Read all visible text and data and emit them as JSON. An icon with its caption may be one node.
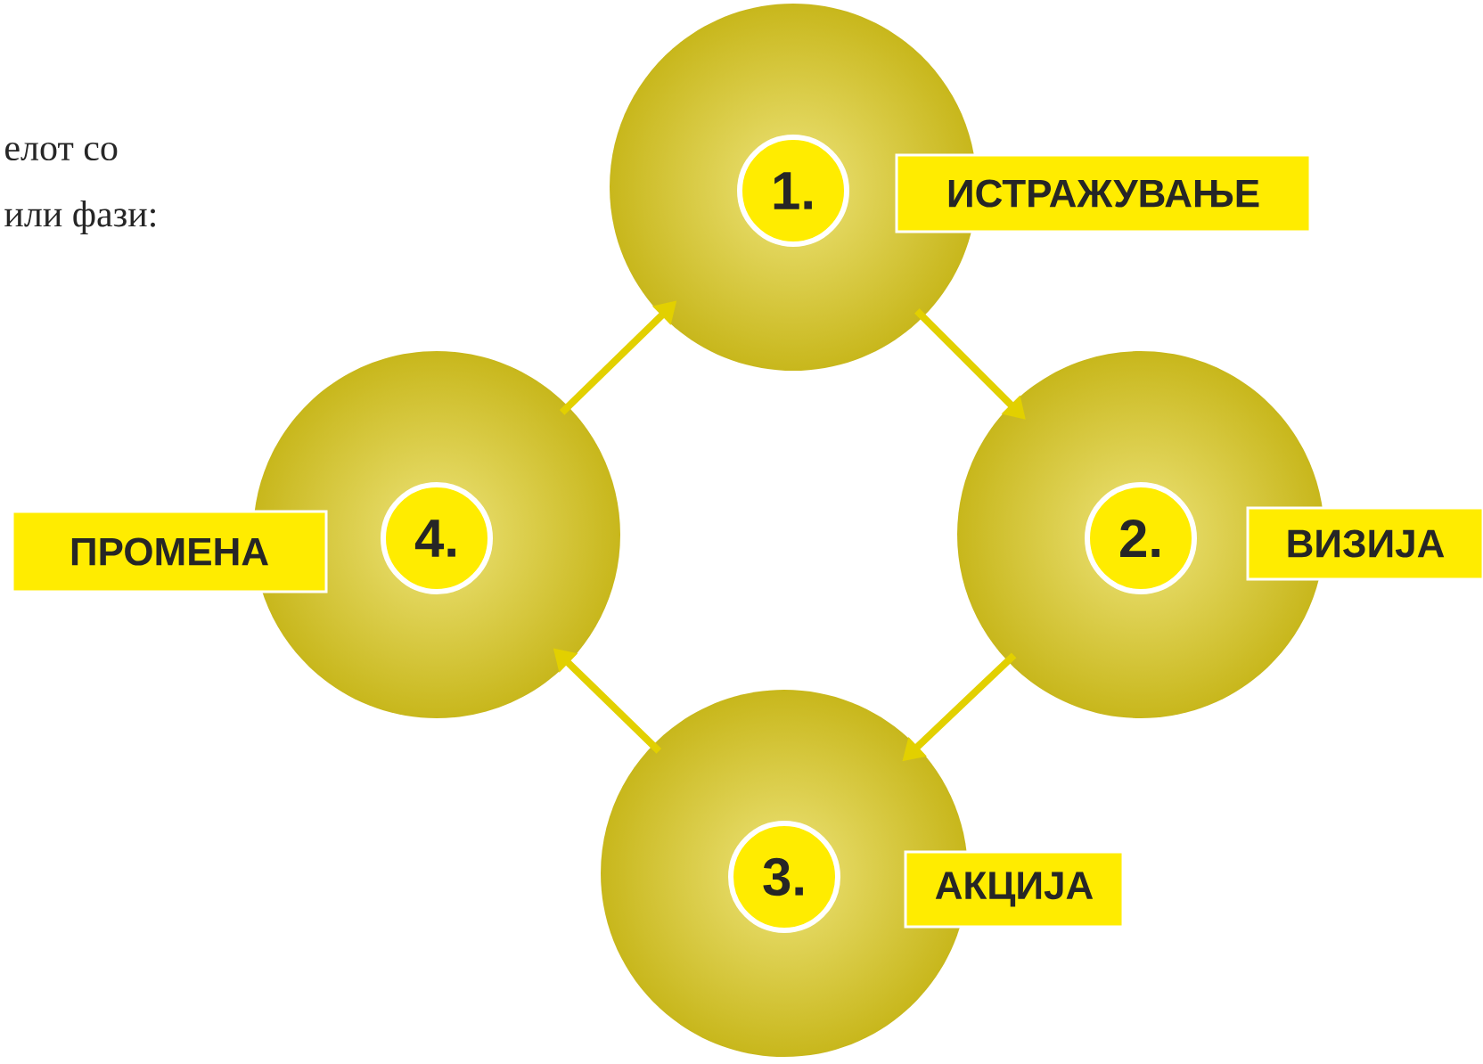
{
  "diagram": {
    "nodes": [
      {
        "text": [
          "1.",
          "ИСТРАЖУВАЊЕ"
        ]
      },
      {
        "text": [
          "2.",
          "ВИЗИЈА"
        ]
      },
      {
        "text": [
          "3.",
          "АКЦИЈА"
        ]
      },
      {
        "text": [
          "ПРОМЕНА",
          "4."
        ]
      }
    ],
    "edges": [
      {
        "from": 0,
        "to": 1,
        "arrow": "to"
      },
      {
        "from": 1,
        "to": 2,
        "arrow": "to"
      },
      {
        "from": 2,
        "to": 3,
        "arrow": "to"
      },
      {
        "from": 3,
        "to": 0,
        "arrow": "to"
      }
    ],
    "labels": [
      "елот со",
      "или фази:"
    ]
  }
}
